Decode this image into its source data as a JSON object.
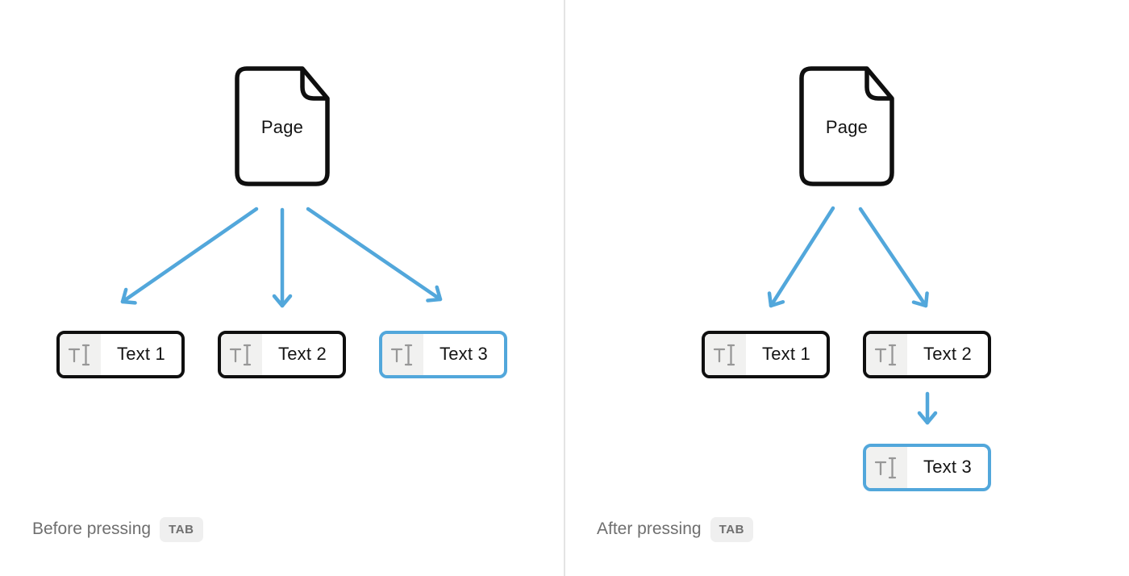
{
  "colors": {
    "accent_blue": "#52A7DB",
    "block_border": "#0F0F0F",
    "icon_cell_bg": "#F1F1F0",
    "divider": "#E4E4E4",
    "caption_text": "#6F6F6F",
    "key_badge_bg": "#EFEFEF",
    "cursor_icon_gray": "#979797"
  },
  "panels": [
    {
      "id": "before",
      "page_label": "Page",
      "blocks": [
        {
          "label": "Text 1",
          "selected": false
        },
        {
          "label": "Text 2",
          "selected": false
        },
        {
          "label": "Text 3",
          "selected": true
        }
      ],
      "caption_text": "Before pressing",
      "key_label": "TAB"
    },
    {
      "id": "after",
      "page_label": "Page",
      "blocks": [
        {
          "label": "Text 1",
          "selected": false
        },
        {
          "label": "Text 2",
          "selected": false
        },
        {
          "label": "Text 3",
          "selected": true
        }
      ],
      "caption_text": "After pressing",
      "key_label": "TAB"
    }
  ]
}
